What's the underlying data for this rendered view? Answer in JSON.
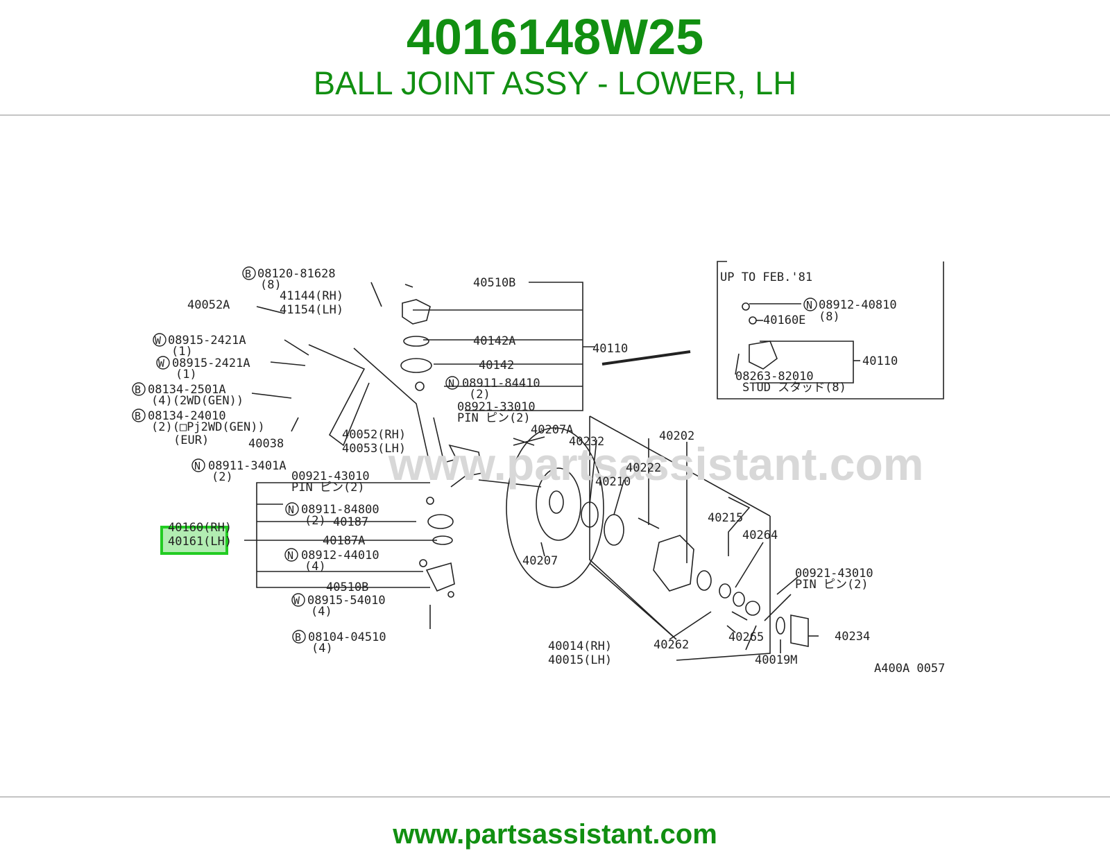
{
  "header": {
    "part_number": "4016148W25",
    "part_title": "BALL JOINT ASSY - LOWER, LH"
  },
  "diagram": {
    "watermark": "www.partsassistant.com",
    "code": "A400A 0057",
    "inset": {
      "title": "UP TO FEB.'81",
      "nut_code": "N",
      "nut": "08912-40810",
      "nut_qty": "(8)",
      "p40160e": "40160E",
      "p40110": "40110",
      "stud": "08263-82010",
      "stud_desc": "STUD スタッド(8)"
    },
    "labels": {
      "b1_code": "B",
      "b1": "08120-81628",
      "b1_qty": "(8)",
      "p40510b_top": "40510B",
      "p41144": "41144(RH)",
      "p41154": "41154(LH)",
      "p40052a": "40052A",
      "w1_code": "W",
      "w1": "08915-2421A",
      "w1_qty": "(1)",
      "w2_code": "W",
      "w2": "08915-2421A",
      "w2_qty": "(1)",
      "p40142a": "40142A",
      "p40142": "40142",
      "p40110": "40110",
      "n1_code": "N",
      "n1": "08911-84410",
      "n1_qty": "(2)",
      "b2_code": "B",
      "b2": "08134-2501A",
      "b2_qty": "(4)(2WD(GEN))",
      "pin1": "08921-33010",
      "pin1_desc": "PIN ピン(2)",
      "b3_code": "B",
      "b3": "08134-24010",
      "b3_qty": "(2)(□Pj2WD(GEN))",
      "b3_eur": "(EUR)",
      "p40038": "40038",
      "p40052rh": "40052(RH)",
      "p40053lh": "40053(LH)",
      "n2_code": "N",
      "n2": "08911-3401A",
      "n2_qty": "(2)",
      "pin2": "00921-43010",
      "pin2_desc": "PIN ピン(2)",
      "n3_code": "N",
      "n3": "08911-84800",
      "n3_qty": "(2)",
      "p40187": "40187",
      "p40160rh": "40160(RH)",
      "p40161lh": "40161(LH)",
      "p40187a": "40187A",
      "n4_code": "N",
      "n4": "08912-44010",
      "n4_qty": "(4)",
      "p40510b_low": "40510B",
      "w3_code": "W",
      "w3": "08915-54010",
      "w3_qty": "(4)",
      "b4_code": "B",
      "b4": "08104-04510",
      "b4_qty": "(4)",
      "p40207a": "40207A",
      "p40232": "40232",
      "p40202": "40202",
      "p40222": "40222",
      "p40210": "40210",
      "p40215": "40215",
      "p40264": "40264",
      "p40207": "40207",
      "pin3": "00921-43010",
      "pin3_desc": "PIN ピン(2)",
      "p40234": "40234",
      "p40265": "40265",
      "p40262": "40262",
      "p40019m": "40019M",
      "p40014": "40014(RH)",
      "p40015": "40015(LH)"
    },
    "highlight_color": "#22cc22"
  },
  "footer": {
    "url": "www.partsassistant.com"
  },
  "colors": {
    "brand_green": "#118f11",
    "rule_gray": "#c4c4c4"
  }
}
